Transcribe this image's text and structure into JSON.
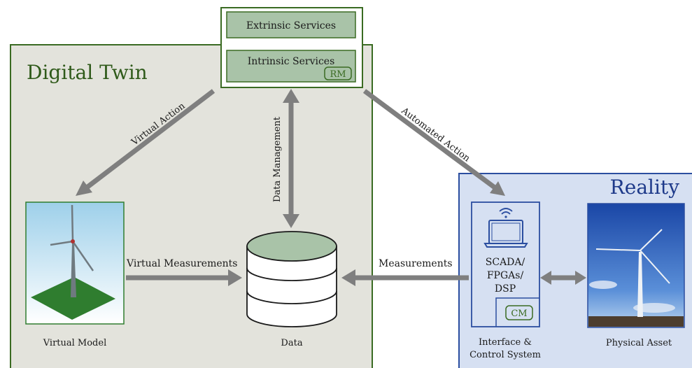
{
  "digital_twin": {
    "title": "Digital Twin",
    "extrinsic_services": "Extrinsic Services",
    "intrinsic_services": "Intrinsic Services",
    "rm_badge": "RM",
    "virtual_model_label": "Virtual Model",
    "data_label": "Data"
  },
  "reality": {
    "title": "Reality",
    "interface_lines": [
      "SCADA/",
      "FPGAs/",
      "DSP"
    ],
    "cm_badge": "CM",
    "interface_caption": [
      "Interface &",
      "Control System"
    ],
    "physical_asset_label": "Physical Asset"
  },
  "arrows": {
    "virtual_action": "Virtual Action",
    "data_management": "Data Management",
    "automated_action": "Automated Action",
    "virtual_measurements": "Virtual Measurements",
    "measurements": "Measurements"
  },
  "colors": {
    "digital_twin_bg": "#e3e3dc",
    "digital_twin_border": "#3a6b22",
    "services_fill": "#a9c3a8",
    "reality_bg": "#d6e0f2",
    "reality_border": "#2b4ea0",
    "arrow": "#7f7f7f",
    "ground": "#2f7d2f",
    "sky_top": "#1e4fb0",
    "sky_bottom": "#a8c9ea"
  },
  "icons": [
    "wifi-icon",
    "laptop-icon",
    "wind-turbine-icon",
    "database-icon"
  ]
}
